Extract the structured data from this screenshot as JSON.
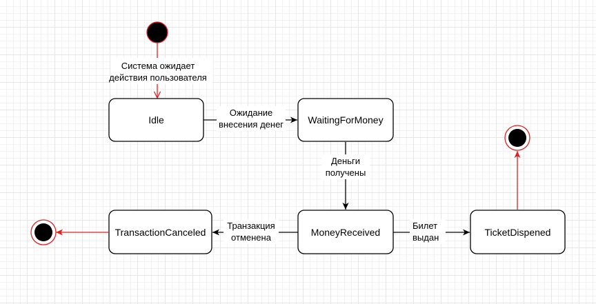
{
  "diagram": {
    "states": {
      "idle": "Idle",
      "waiting": "WaitingForMoney",
      "received": "MoneyReceived",
      "canceled": "TransactionCanceled",
      "dispensed": "TicketDispened"
    },
    "transitions": {
      "start_to_idle": [
        "Система ожидает",
        "действия пользователя"
      ],
      "idle_to_waiting": [
        "Ожидание",
        "внесения денег"
      ],
      "waiting_to_received": [
        "Деньги",
        "получены"
      ],
      "received_to_canceled": [
        "Транзакция",
        "отменена"
      ],
      "received_to_dispensed": [
        "Билет",
        "выдан"
      ]
    },
    "colors": {
      "outline": "#000000",
      "accent": "#e02020",
      "grid": "#e6e6e6"
    }
  }
}
